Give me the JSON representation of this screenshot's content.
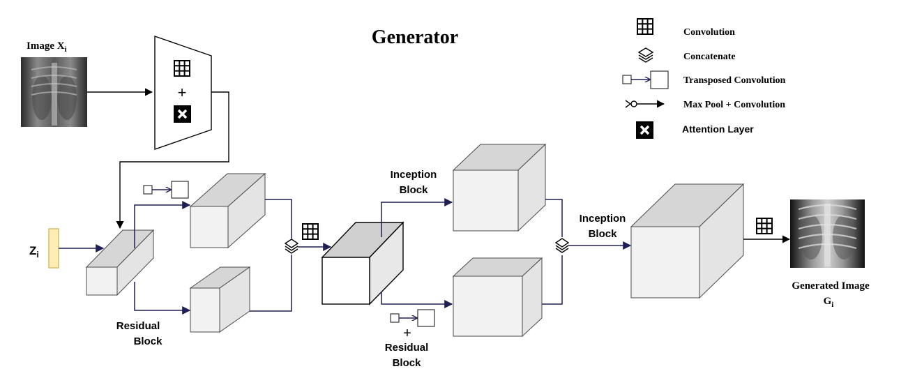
{
  "title": "Generator",
  "input_image_label": "Image X",
  "input_image_subscript": "i",
  "noise_label": "Z",
  "noise_subscript": "i",
  "residual_block_label_1": "Residual",
  "residual_block_label_2": "Block",
  "inception_block_label_1": "Inception",
  "inception_block_label_2": "Block",
  "output_label_1": "Generated Image",
  "output_label_2": "G",
  "output_subscript": "i",
  "plus_symbol": "+",
  "legend": {
    "convolution": "Convolution",
    "concatenate": "Concatenate",
    "transposed_convolution": "Transposed Convolution",
    "max_pool_convolution": "Max Pool  + Convolution",
    "attention_layer": "Attention Layer"
  },
  "icons": {
    "convolution": "grid-icon",
    "concatenate": "layers-icon",
    "transposed_convolution": "transposed-conv-icon",
    "max_pool_convolution": "maxpool-arrow-icon",
    "attention_layer": "x-square-icon"
  },
  "colors": {
    "flow_line": "#1f1f55",
    "noise_vector_fill": "#fdeeb8",
    "noise_vector_stroke": "#d9b95a"
  }
}
